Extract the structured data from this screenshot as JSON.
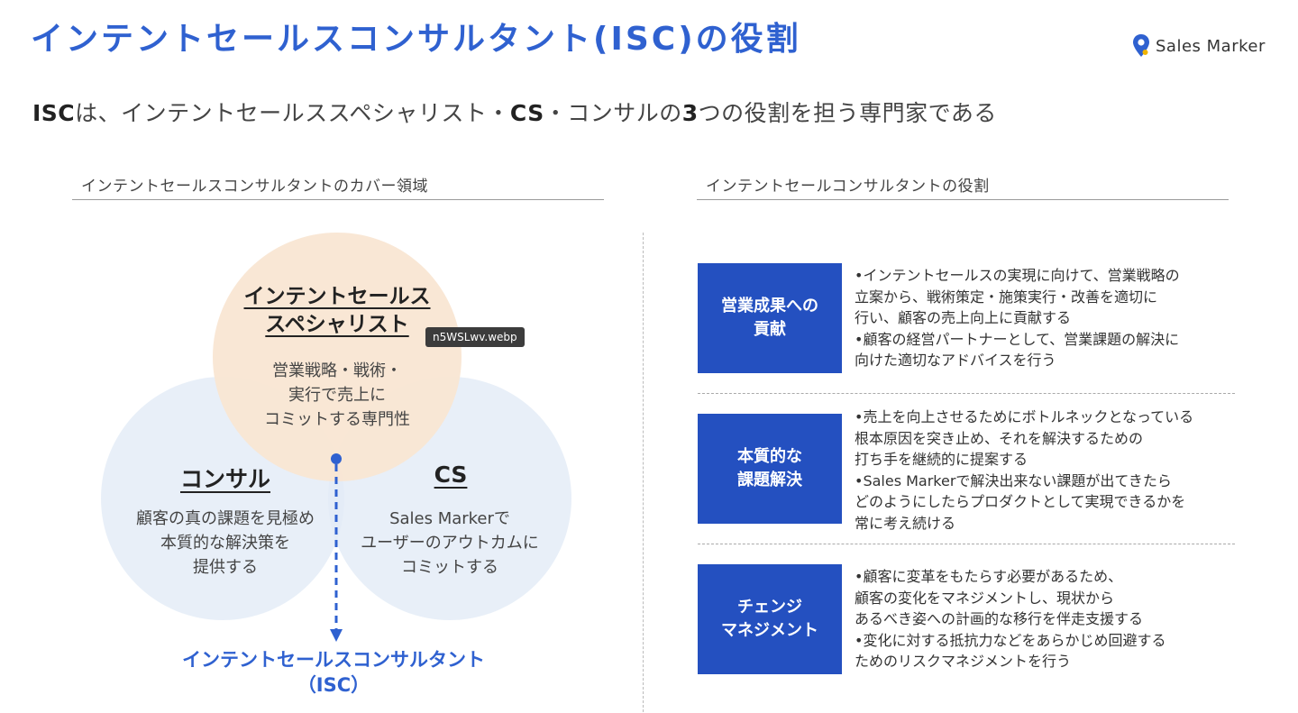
{
  "title": "インテントセールスコンサルタント(ISC)の役割",
  "logo": {
    "text": "Sales Marker"
  },
  "subtitle": {
    "bold1": "ISC",
    "part1": "は、インテントセールススペシャリスト・",
    "bold2": "CS",
    "part2": "・コンサルの",
    "bold3": "3",
    "part3": "つの役割を担う専門家である"
  },
  "left_section": {
    "heading": "インテントセールスコンサルタントのカバー領域",
    "venn": {
      "top": {
        "title_l1": "インテントセールス",
        "title_l2": "スペシャリスト",
        "text": "営業戦略・戦術・\n実行で売上に\nコミットする専門性"
      },
      "left": {
        "title": "コンサル",
        "text": "顧客の真の課題を見極め\n本質的な解決策を\n提供する"
      },
      "right": {
        "title": "CS",
        "text": "Sales Markerで\nユーザーのアウトカムに\nコミットする"
      }
    },
    "result_l1": "インテントセールスコンサルタント",
    "result_l2": "（ISC）",
    "tooltip": "n5WSLwv.webp"
  },
  "right_section": {
    "heading": "インテントセールコンサルタントの役割",
    "roles": [
      {
        "label": "営業成果への\n貢献",
        "lines": [
          "•インテントセールスの実現に向けて、営業戦略の",
          "  立案から、戦術策定・施策実行・改善を適切に",
          "  行い、顧客の売上向上に貢献する",
          "•顧客の経営パートナーとして、営業課題の解決に",
          "  向けた適切なアドバイスを行う"
        ]
      },
      {
        "label": "本質的な\n課題解決",
        "lines": [
          "•売上を向上させるためにボトルネックとなっている",
          "  根本原因を突き止め、それを解決するための",
          "  打ち手を継続的に提案する",
          "•Sales Markerで解決出来ない課題が出てきたら",
          "  どのようにしたらプロダクトとして実現できるかを",
          "  常に考え続ける"
        ]
      },
      {
        "label": "チェンジ\nマネジメント",
        "lines": [
          "•顧客に変革をもたらす必要があるため、",
          "  顧客の変化をマネジメントし、現状から",
          "  あるべき姿への計画的な移行を伴走支援する",
          "•変化に対する抵抗力などをあらかじめ回避する",
          "  ためのリスクマネジメントを行う"
        ]
      }
    ]
  },
  "colors": {
    "accent": "#2f61d0",
    "role_box": "#2450c0",
    "circle_top": "#f9e6d3",
    "circle_side": "#e3ebf6"
  }
}
